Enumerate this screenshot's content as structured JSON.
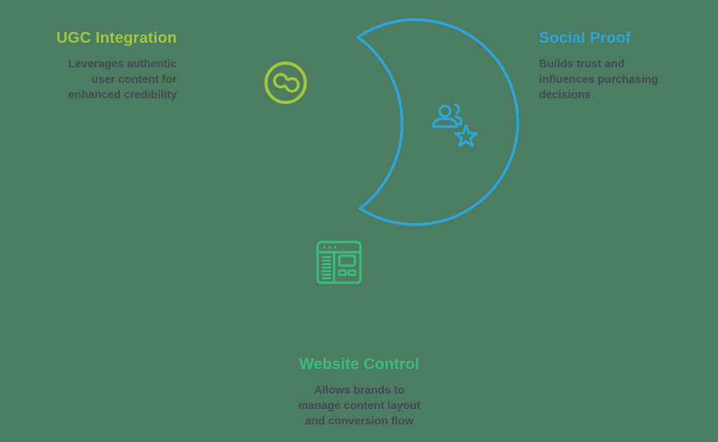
{
  "background_color": "#4c7c61",
  "diagram": {
    "type": "venn-interlocking-circles",
    "text_color": "#454a50",
    "circles": [
      {
        "id": "ugc",
        "title": "UGC Integration",
        "description": "Leverages authentic\nuser content for\nenhanced credibility",
        "color": "#a2c73e",
        "icon": "link-rings-icon",
        "position": "top-left"
      },
      {
        "id": "social",
        "title": "Social Proof",
        "description": "Builds trust and\ninfluences purchasing\ndecisions",
        "color": "#2aa6d9",
        "icon": "people-star-icon",
        "position": "top-right"
      },
      {
        "id": "website",
        "title": "Website Control",
        "description": "Allows brands to\nmanage content layout\nand conversion flow",
        "color": "#3aba7c",
        "icon": "browser-window-icon",
        "position": "bottom-center"
      }
    ]
  }
}
